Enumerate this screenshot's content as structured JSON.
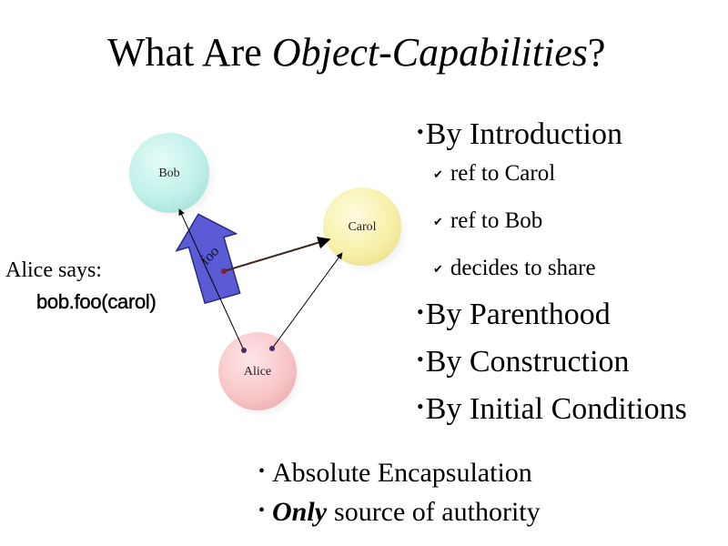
{
  "slide": {
    "title": {
      "prefix": "What Are ",
      "emphasis": "Object-Capabilities",
      "suffix": "?"
    },
    "diagram": {
      "nodes": {
        "bob": {
          "label": "Bob",
          "color": "#bff0e8"
        },
        "carol": {
          "label": "Carol",
          "color": "#f7f0a8"
        },
        "alice": {
          "label": "Alice",
          "color": "#f8c6c8"
        }
      },
      "message_label": "foo",
      "message_color": "#5b5bd6",
      "arrow_color": "#000000"
    },
    "alice_says": "Alice says:",
    "code": "bob.foo(carol)",
    "bullets": [
      {
        "label": "By Introduction",
        "subitems": [
          "ref to Carol",
          "ref to Bob",
          "decides to share"
        ]
      },
      {
        "label": "By Parenthood",
        "subitems": []
      },
      {
        "label": "By Construction",
        "subitems": []
      },
      {
        "label": "By Initial Conditions",
        "subitems": []
      }
    ],
    "bottom_bullets": [
      {
        "emphasis": "",
        "text": "Absolute Encapsulation"
      },
      {
        "emphasis": "Only",
        "text": "source of authority"
      }
    ],
    "bullet_glyph": "•",
    "check_glyph": "✔"
  }
}
